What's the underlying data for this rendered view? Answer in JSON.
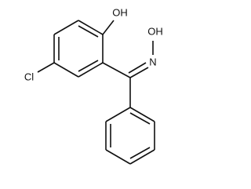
{
  "molecule": {
    "atoms": {
      "oh_phenol": "OH",
      "chloro": "Cl",
      "oh_oxime": "OH",
      "oxime_n": "N"
    },
    "colors": {
      "bond": "#111111",
      "label": "#111111",
      "background": "#ffffff"
    }
  }
}
